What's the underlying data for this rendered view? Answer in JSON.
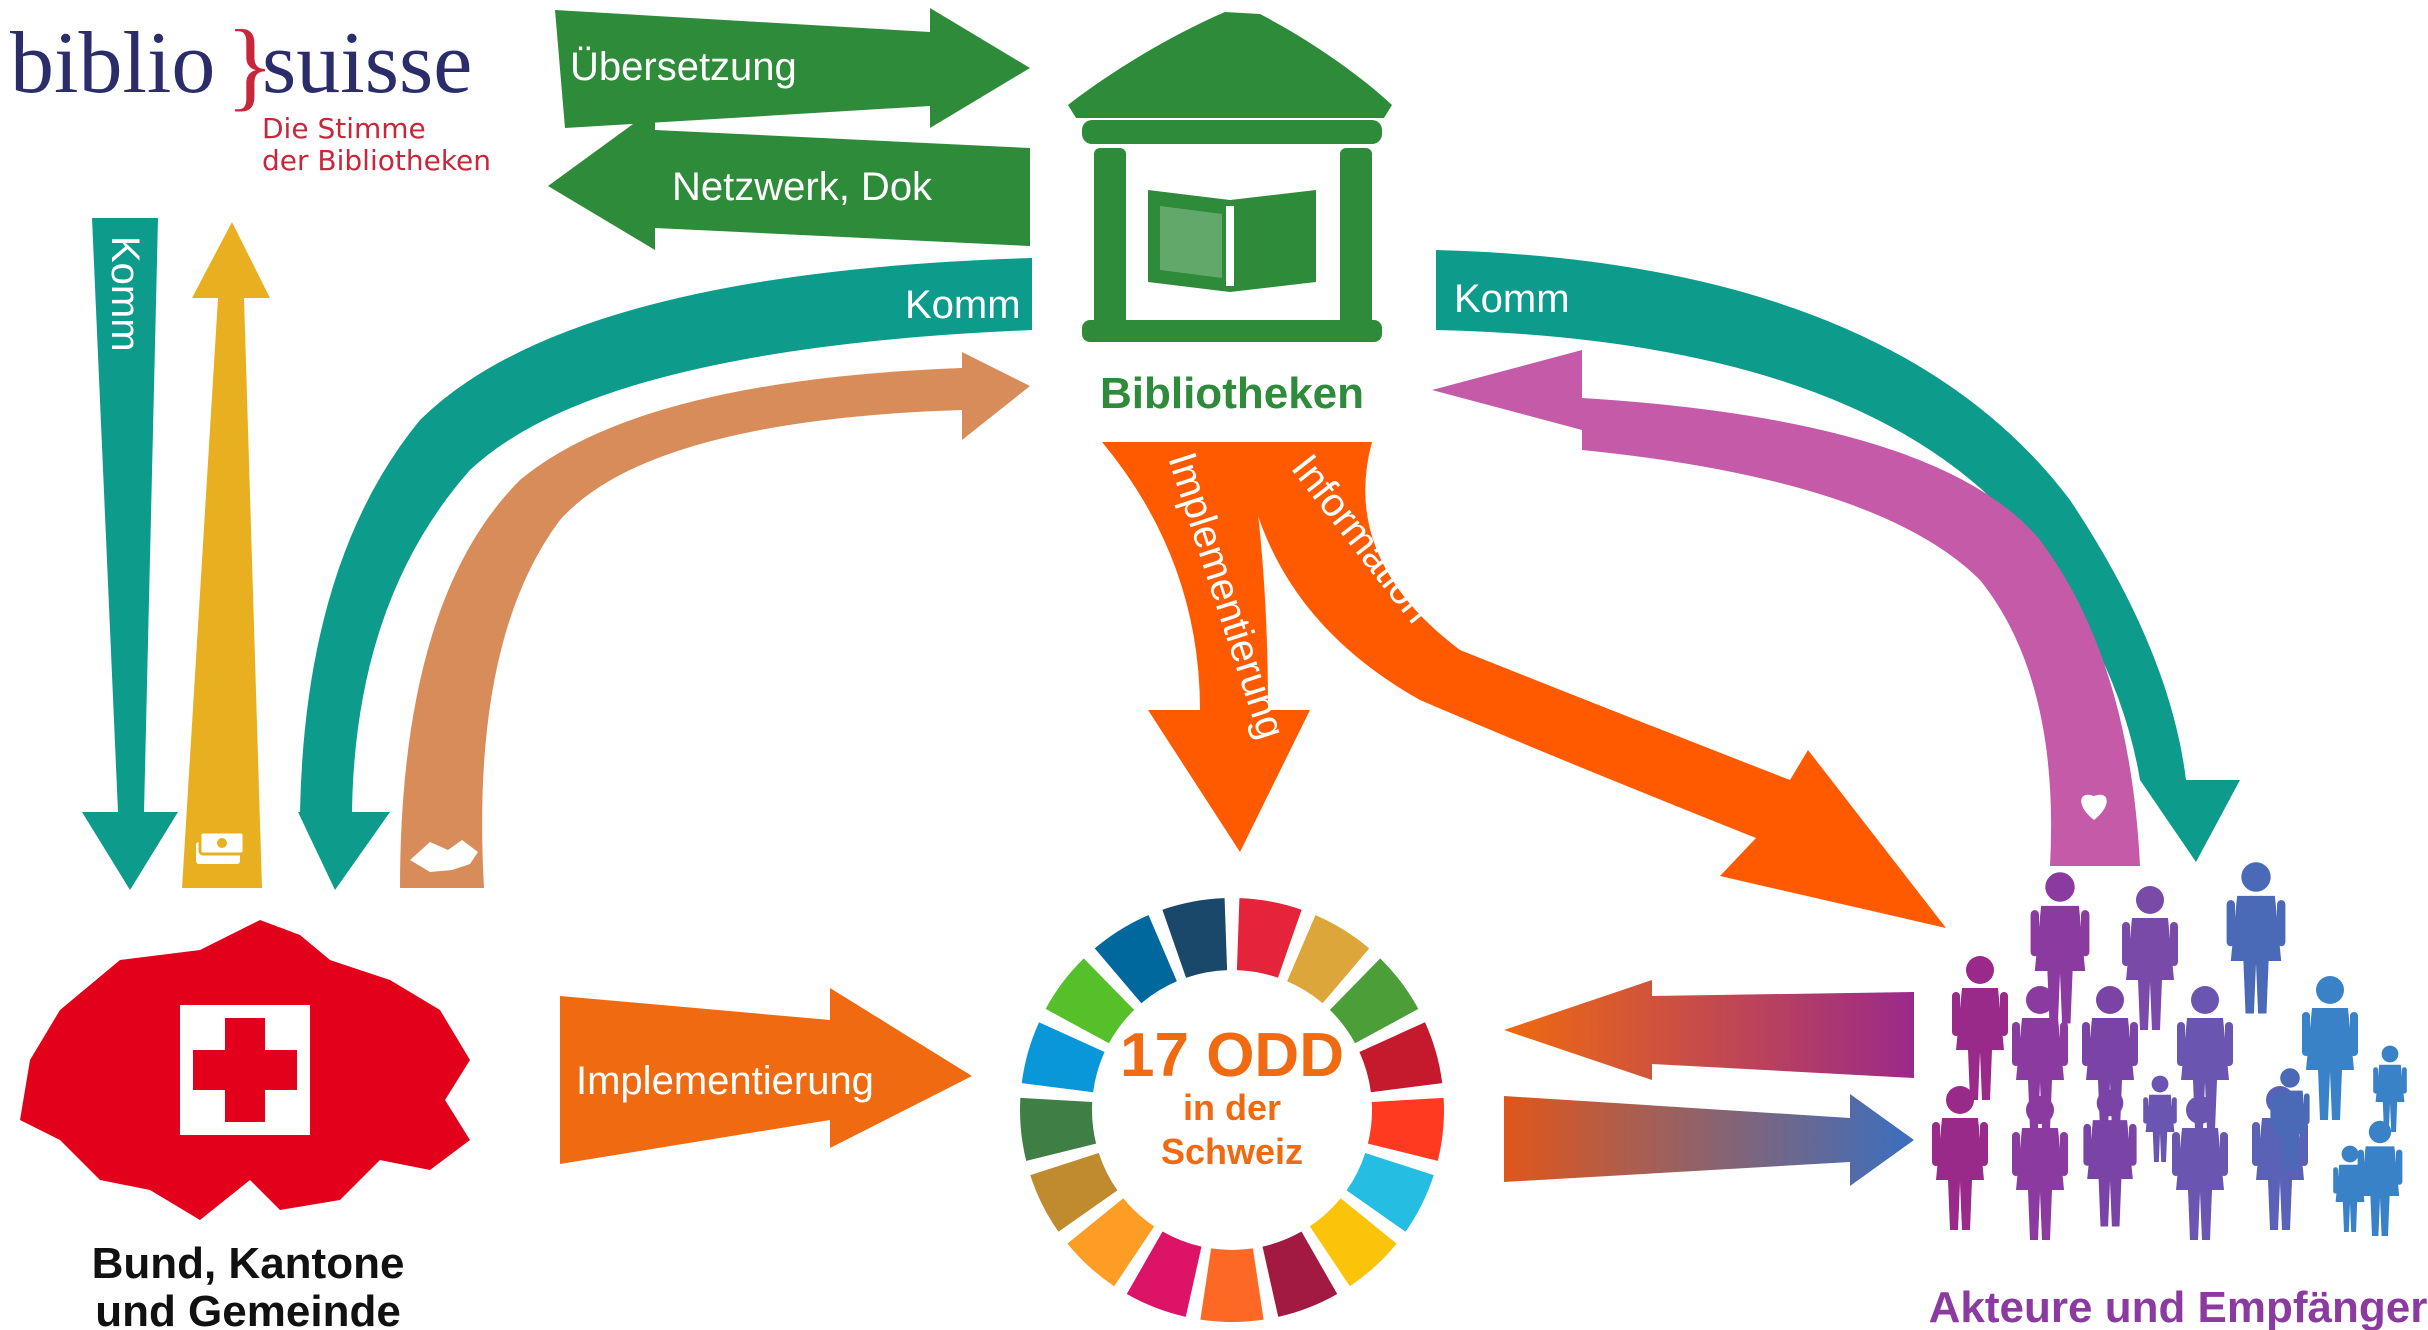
{
  "logo": {
    "left_word": "biblio",
    "brace": "}",
    "right_word": "suisse",
    "tagline_line1": "Die Stimme",
    "tagline_line2": "der Bibliotheken"
  },
  "nodes": {
    "libraries": "Bibliotheken",
    "government_line1": "Bund, Kantone",
    "government_line2": "und Gemeinde",
    "actors": "Akteure und Empfänger",
    "sdg_number": "17 ODD",
    "sdg_line2": "in der",
    "sdg_line3": "Schweiz"
  },
  "arrows": {
    "translation": "Übersetzung",
    "network": "Netzwerk, Dok",
    "comm_left": "Komm",
    "comm_right": "Komm",
    "comm_vertical": "Komm",
    "implementation_down": "Implementierung",
    "information": "Information",
    "implementation_gov": "Implementierung"
  },
  "colors": {
    "green": "#2e8b3a",
    "teal": "#0d9b8c",
    "gold": "#e8b020",
    "tan": "#d88c5a",
    "orange": "#ff5a00",
    "pink": "#c45aa8",
    "red": "#e3001b",
    "purple": "#8b3aa0",
    "blue": "#3a82c8"
  }
}
